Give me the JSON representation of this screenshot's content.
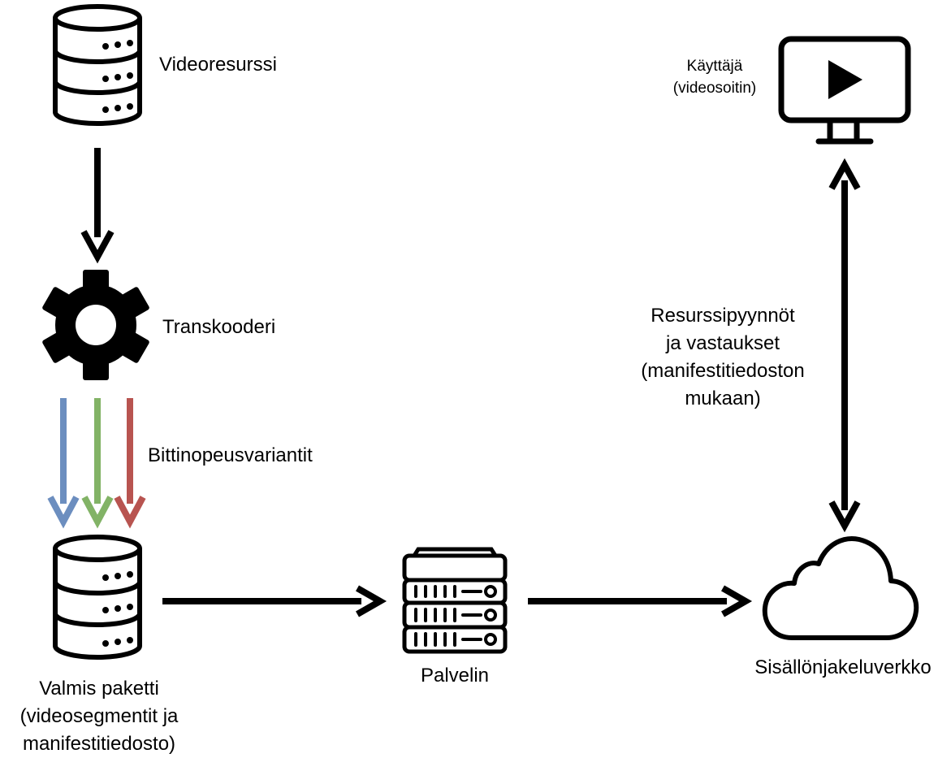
{
  "labels": {
    "video_resource": "Videoresurssi",
    "transcoder": "Transkooderi",
    "bitrate_variants": "Bittinopeusvariantit",
    "package_line1": "Valmis paketti",
    "package_line2": "(videosegmentit ja",
    "package_line3": "manifestitiedosto)",
    "server": "Palvelin",
    "cdn": "Sisällönjakeluverkko",
    "user_line1": "Käyttäjä",
    "user_line2": "(videosoitin)",
    "requests_line1": "Resurssipyynnöt",
    "requests_line2": "ja vastaukset",
    "requests_line3": "(manifestitiedoston",
    "requests_line4": "mukaan)"
  },
  "icons": {
    "video_resource": "database-icon",
    "transcoder": "gear-icon",
    "package": "database-icon",
    "server": "server-icon",
    "cdn": "cloud-icon",
    "user": "monitor-play-icon"
  },
  "colors": {
    "variant_1": "#6c8ebf",
    "variant_2": "#82b366",
    "variant_3": "#b85450",
    "arrow": "#000000"
  }
}
